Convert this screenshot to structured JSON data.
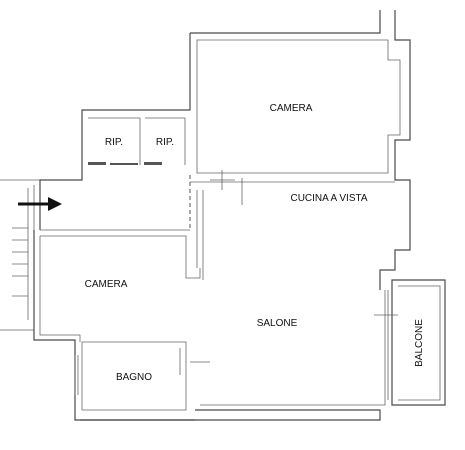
{
  "rooms": {
    "camera_top": "CAMERA",
    "rip_1": "RIP.",
    "rip_2": "RIP.",
    "cucina": "CUCINA A VISTA",
    "camera_left": "CAMERA",
    "salone": "SALONE",
    "bagno": "BAGNO",
    "balcone": "BALCONE"
  }
}
